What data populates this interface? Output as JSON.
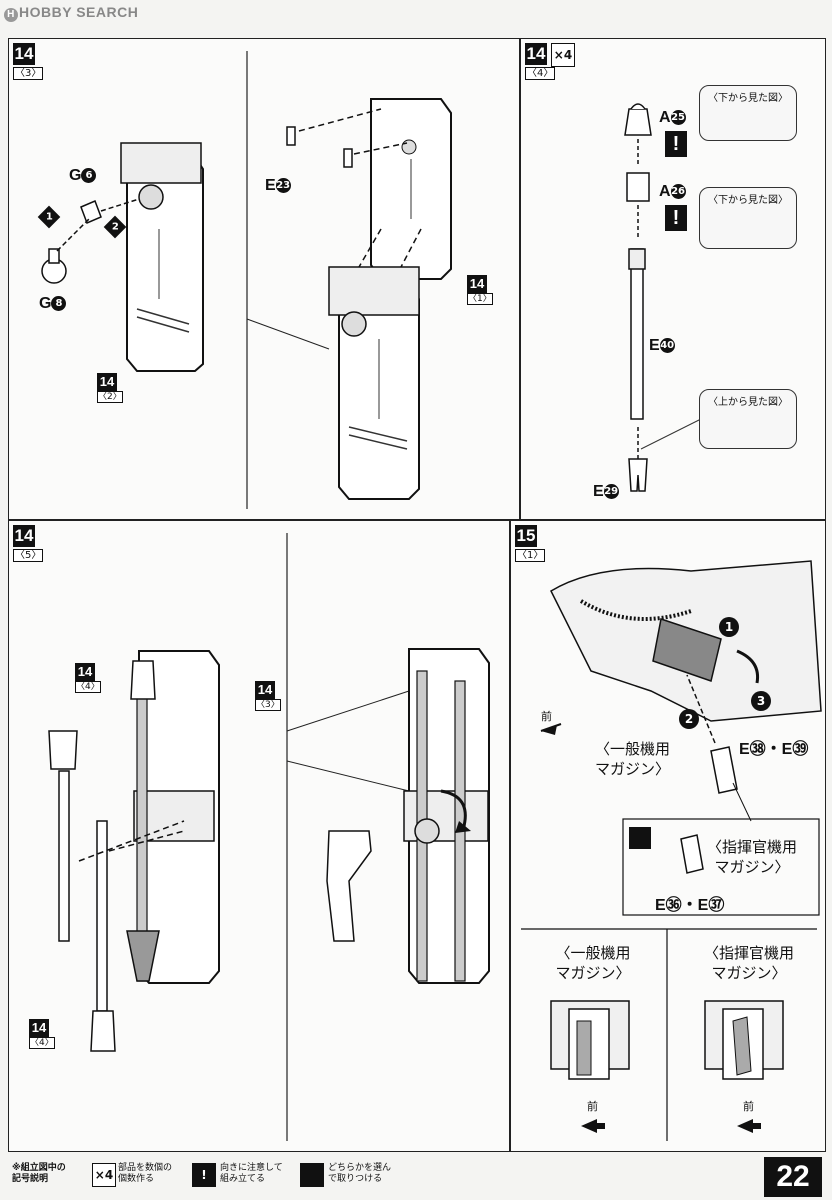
{
  "header": {
    "logo_text": "HOBBY SEARCH"
  },
  "panels": {
    "p14_3": {
      "step": "14",
      "sub": "〈3〉",
      "labels": {
        "g6": "G",
        "g6n": "6",
        "g8": "G",
        "g8n": "8",
        "e23": "E",
        "e23n": "23"
      },
      "ref_a": {
        "step": "14",
        "sub": "〈2〉"
      },
      "ref_b": {
        "step": "14",
        "sub": "〈1〉"
      },
      "arrows": [
        "1",
        "2"
      ]
    },
    "p14_4": {
      "step": "14",
      "sub": "〈4〉",
      "multiplier": "×4",
      "labels": {
        "a25": "A",
        "a25n": "25",
        "a26": "A",
        "a26n": "26",
        "e40": "E",
        "e40n": "40",
        "e29": "E",
        "e29n": "29"
      },
      "views": {
        "bottom1": "〈下から見た図〉",
        "bottom2": "〈下から見た図〉",
        "top": "〈上から見た図〉"
      }
    },
    "p14_5": {
      "step": "14",
      "sub": "〈5〉",
      "refs": [
        {
          "step": "14",
          "sub": "〈4〉"
        },
        {
          "step": "14",
          "sub": "〈3〉"
        },
        {
          "step": "14",
          "sub": "〈4〉"
        }
      ]
    },
    "p15_1": {
      "step": "15",
      "sub": "〈1〉",
      "front": "前",
      "general_mag": "〈一般機用\nマガジン〉",
      "e38_39": "E㊳・E㊴",
      "cmd_mag": "〈指揮官機用\nマガジン〉",
      "e36_37": "E㊱・E㊲",
      "steps": [
        "1",
        "2",
        "3"
      ],
      "bottom_left": {
        "title": "〈一般機用\nマガジン〉",
        "front": "前"
      },
      "bottom_right": {
        "title": "〈指揮官機用\nマガジン〉",
        "front": "前"
      }
    }
  },
  "footer": {
    "legend_title": "※組立図中の\n記号説明",
    "x4_icon": "×4",
    "x4_text": "部品を数個の\n個数作る",
    "warn_icon": "!",
    "warn_text": "向きに注意して\n組み立てる",
    "choose_text": "どちらかを選ん\nで取りつける",
    "page_number": "22"
  }
}
